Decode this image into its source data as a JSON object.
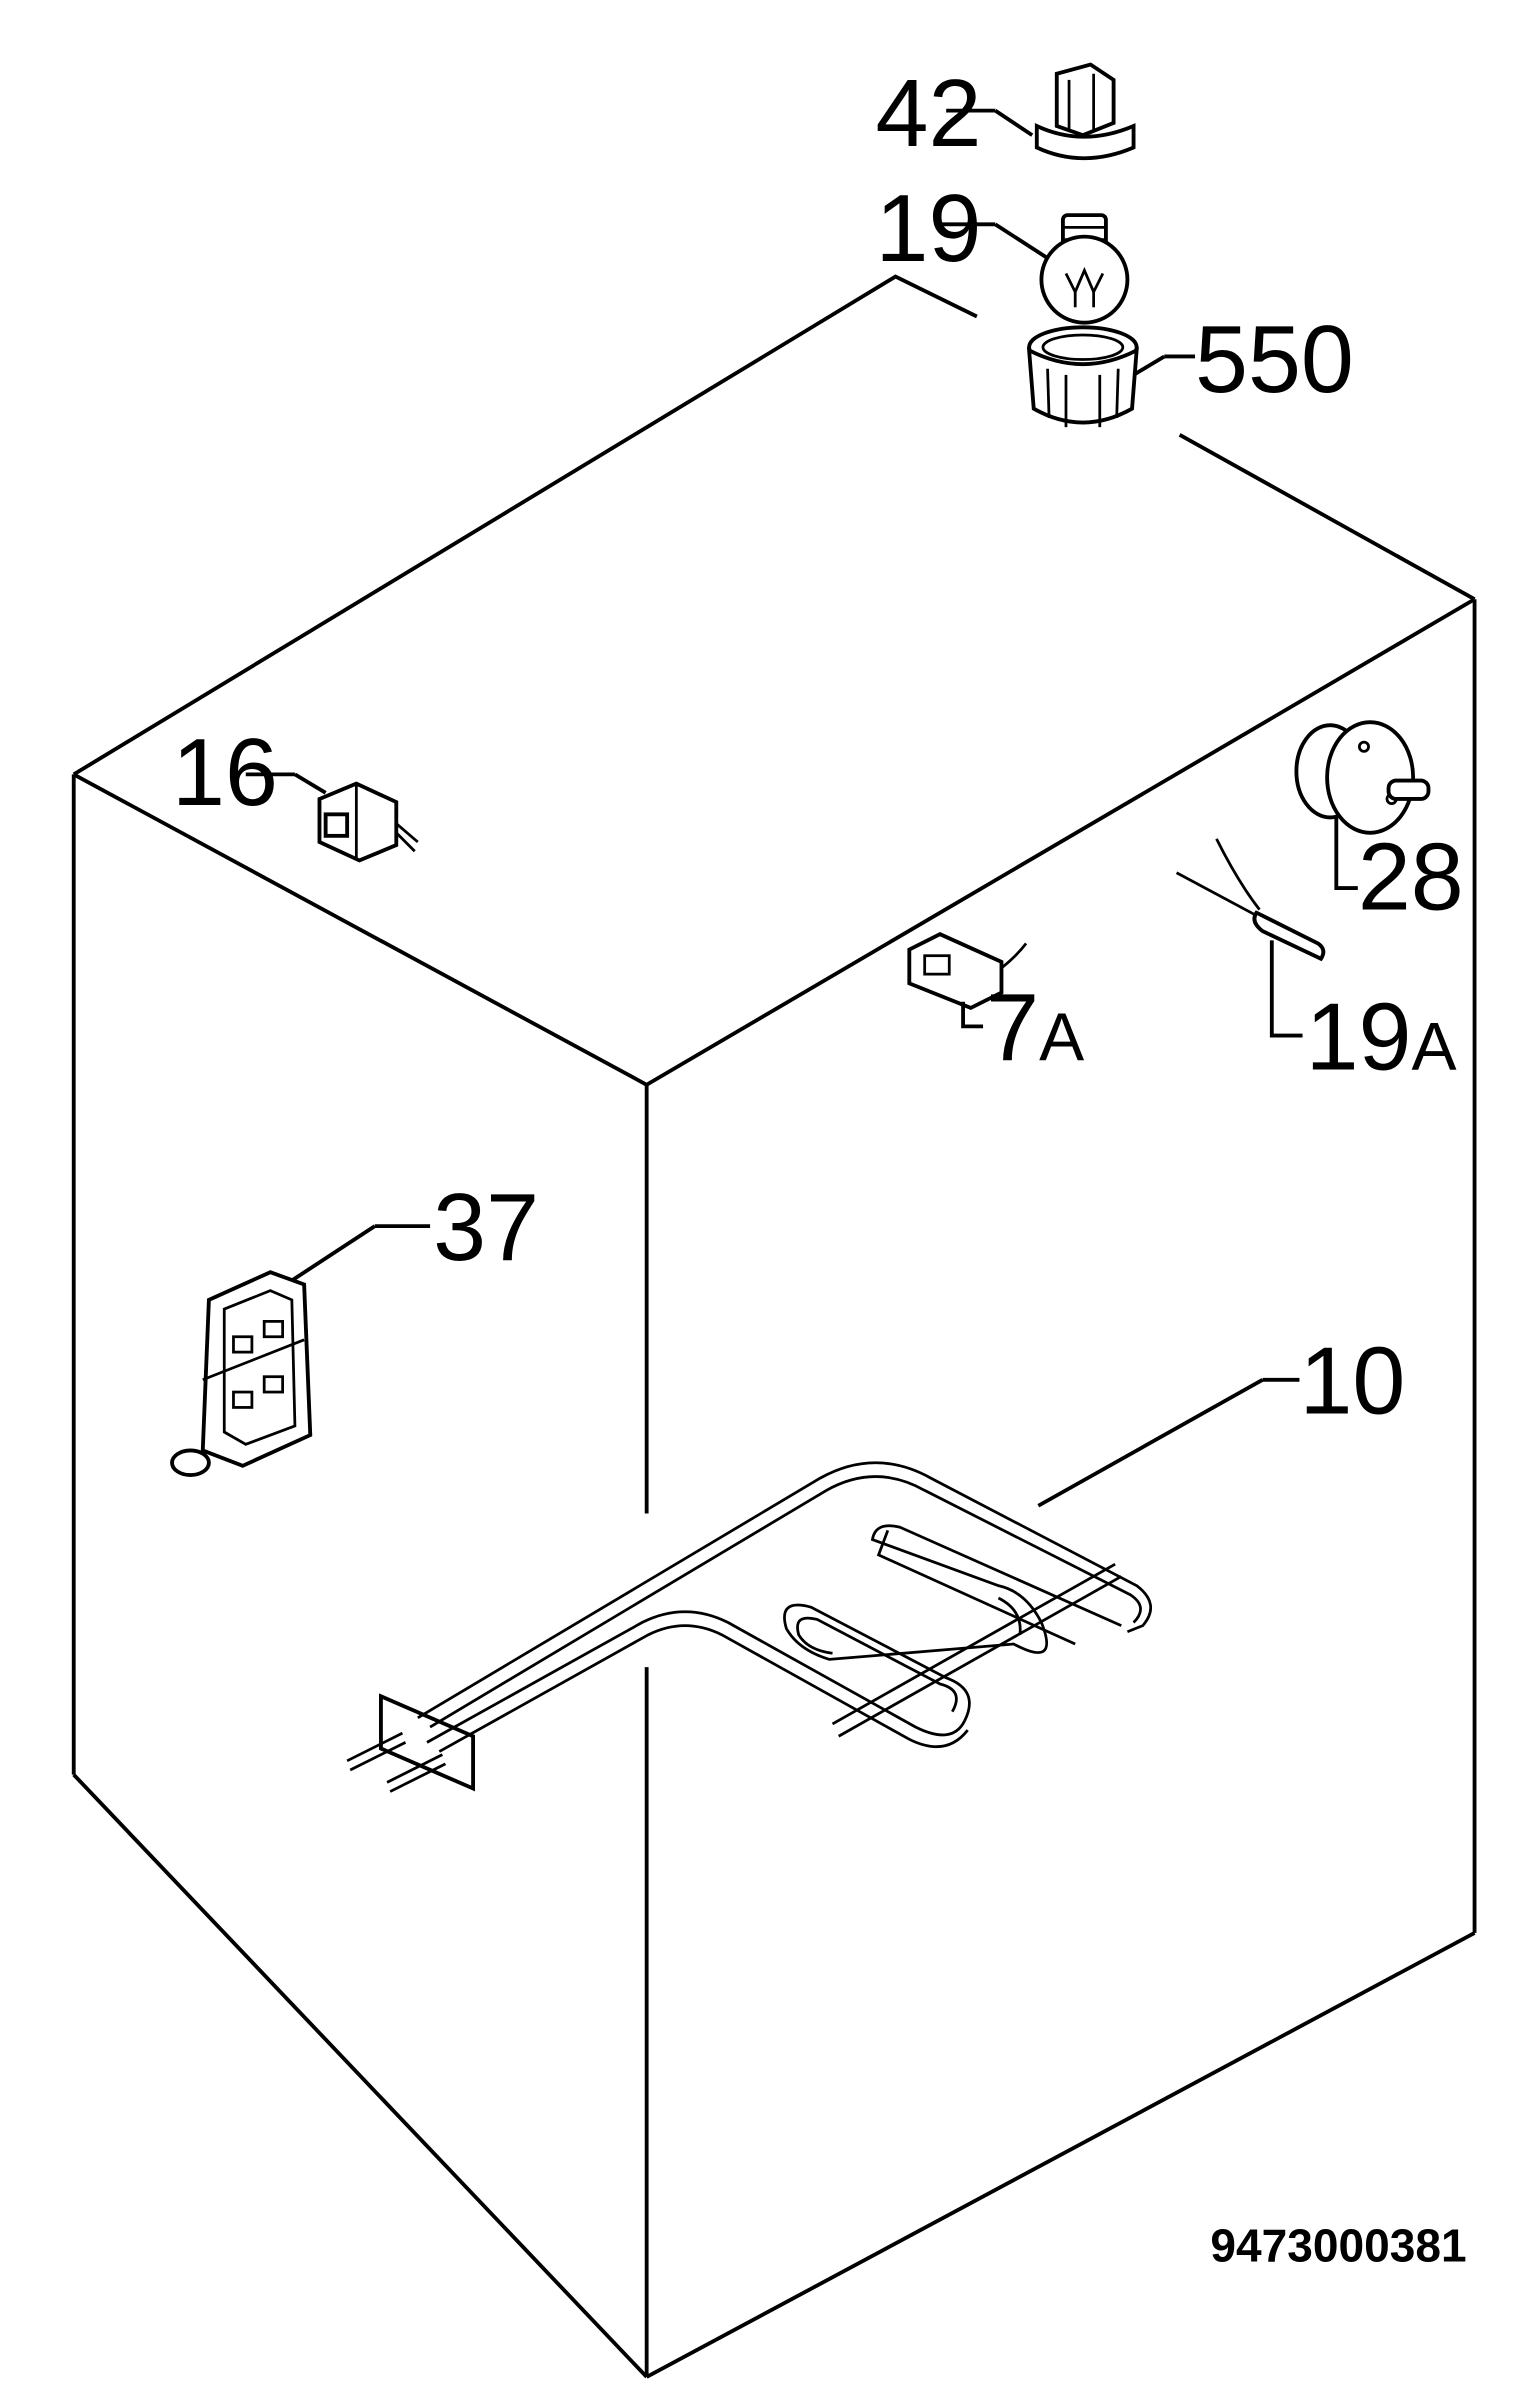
{
  "parts": {
    "p42": "42",
    "p19": "19",
    "p550": "550",
    "p16": "16",
    "p28": "28",
    "p7a": "7",
    "p7a_suffix": "A",
    "p19a": "19",
    "p19a_suffix": "A",
    "p37": "37",
    "p10": "10"
  },
  "drawing_code": "9473000381"
}
